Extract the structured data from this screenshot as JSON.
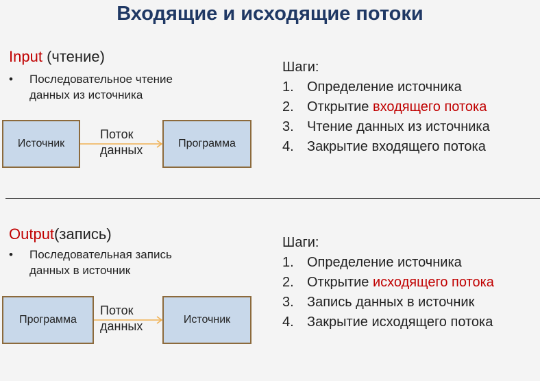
{
  "title": "Входящие и исходящие потоки",
  "input": {
    "label": "Input",
    "paren": "(чтение)",
    "bullet": [
      "Последовательное чтение",
      "данных из источника"
    ],
    "diagram": {
      "from": "Источник",
      "to": "Программа",
      "flow": [
        "Поток",
        "данных"
      ]
    },
    "steps_title": "Шаги:",
    "steps": [
      {
        "num": "1.",
        "pre": "Определение источника",
        "hl": ""
      },
      {
        "num": "2.",
        "pre": "Открытие ",
        "hl": "входящего потока"
      },
      {
        "num": "3.",
        "pre": "Чтение данных из источника",
        "hl": ""
      },
      {
        "num": "4.",
        "pre": "Закрытие входящего потока",
        "hl": ""
      }
    ]
  },
  "output": {
    "label": "Output",
    "paren": "(запись)",
    "bullet": [
      "Последовательная запись",
      "данных в источник"
    ],
    "diagram": {
      "from": "Программа",
      "to": "Источник",
      "flow": [
        "Поток",
        "данных"
      ]
    },
    "steps_title": "Шаги:",
    "steps": [
      {
        "num": "1.",
        "pre": "Определение источника",
        "hl": ""
      },
      {
        "num": "2.",
        "pre": "Открытие ",
        "hl": "исходящего потока"
      },
      {
        "num": "3.",
        "pre": "Запись данных в источник",
        "hl": ""
      },
      {
        "num": "4.",
        "pre": "Закрытие исходящего потока",
        "hl": ""
      }
    ]
  },
  "bullet_char": "•",
  "colors": {
    "accent": "#c00000",
    "title": "#1f3864",
    "box": "#c8d8ea",
    "arrow": "#f0b050"
  }
}
